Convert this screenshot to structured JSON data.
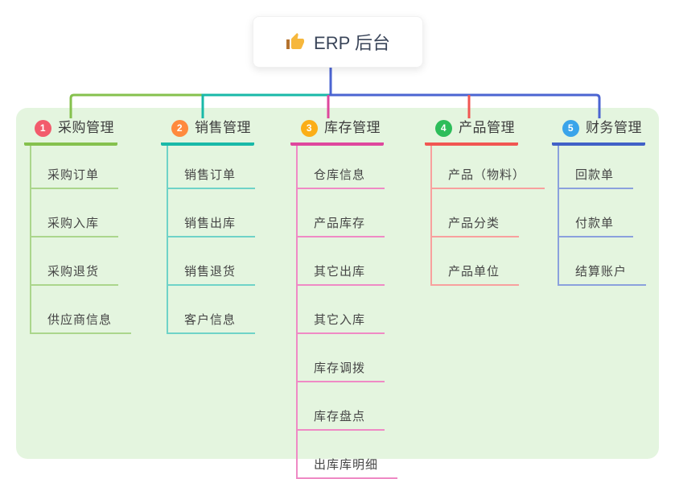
{
  "root": {
    "label": "ERP 后台",
    "icon": "thumbs-up-icon"
  },
  "branches": [
    {
      "index": "1",
      "label": "采购管理",
      "badge_color": "#f25b6c",
      "line_color": "#85c14d",
      "child_line_color": "#abd68c",
      "children": [
        "采购订单",
        "采购入库",
        "采购退货",
        "供应商信息"
      ]
    },
    {
      "index": "2",
      "label": "销售管理",
      "badge_color": "#ff8a3d",
      "line_color": "#19b9a8",
      "child_line_color": "#6fd3c8",
      "children": [
        "销售订单",
        "销售出库",
        "销售退货",
        "客户信息"
      ]
    },
    {
      "index": "3",
      "label": "库存管理",
      "badge_color": "#fbae17",
      "line_color": "#de479d",
      "child_line_color": "#ef8ac5",
      "children": [
        "仓库信息",
        "产品库存",
        "其它出库",
        "其它入库",
        "库存调拨",
        "库存盘点",
        "出库库明细"
      ]
    },
    {
      "index": "4",
      "label": "产品管理",
      "badge_color": "#2dbd5a",
      "line_color": "#f15652",
      "child_line_color": "#f8a09e",
      "children": [
        "产品（物料）",
        "产品分类",
        "产品单位"
      ]
    },
    {
      "index": "5",
      "label": "财务管理",
      "badge_color": "#3aa4ea",
      "line_color": "#4161c7",
      "child_line_color": "#8ba1dd",
      "children": [
        "回款单",
        "付款单",
        "结算账户"
      ]
    }
  ],
  "colors": {
    "panel_bg": "#e4f5df",
    "root_stem": "#4b64d2",
    "branch_text": "#3c3c3c",
    "root_text": "#3a4559",
    "thumb_hand": "#f6b73c",
    "thumb_cuff": "#b4722e"
  }
}
